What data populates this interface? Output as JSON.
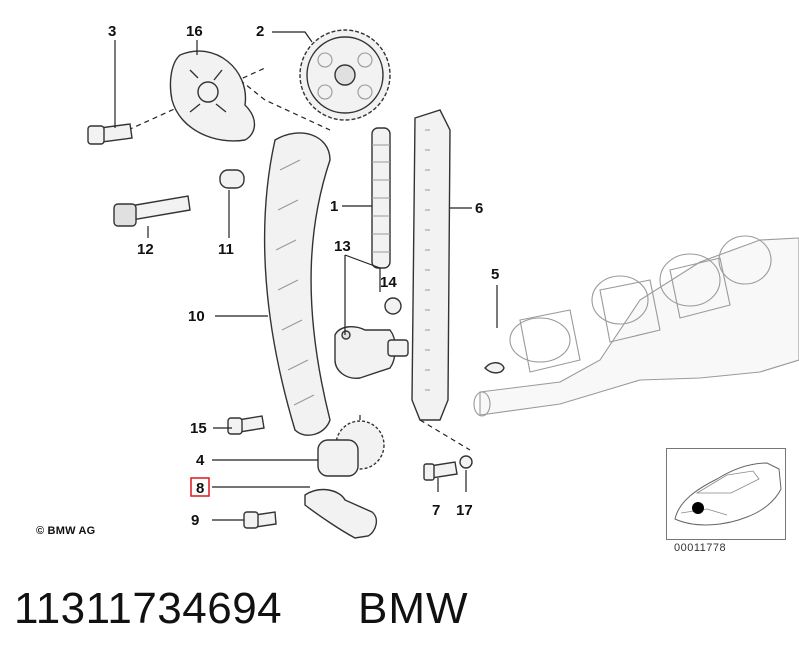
{
  "callouts": [
    {
      "id": "3",
      "label": "3"
    },
    {
      "id": "16",
      "label": "16"
    },
    {
      "id": "2",
      "label": "2"
    },
    {
      "id": "1",
      "label": "1"
    },
    {
      "id": "6",
      "label": "6"
    },
    {
      "id": "12",
      "label": "12"
    },
    {
      "id": "11",
      "label": "11"
    },
    {
      "id": "13",
      "label": "13"
    },
    {
      "id": "14",
      "label": "14"
    },
    {
      "id": "5",
      "label": "5"
    },
    {
      "id": "10",
      "label": "10"
    },
    {
      "id": "15",
      "label": "15"
    },
    {
      "id": "4",
      "label": "4"
    },
    {
      "id": "8",
      "label": "8",
      "highlighted": true
    },
    {
      "id": "9",
      "label": "9"
    },
    {
      "id": "7",
      "label": "7"
    },
    {
      "id": "17",
      "label": "17"
    }
  ],
  "copyright": "© BMW AG",
  "thumbnail": {
    "code": "00011778",
    "marker_color": "#000000"
  },
  "caption": {
    "part_number": "11311734694",
    "brand": "BMW"
  },
  "colors": {
    "highlight": "#e0262b",
    "line": "#222222"
  }
}
